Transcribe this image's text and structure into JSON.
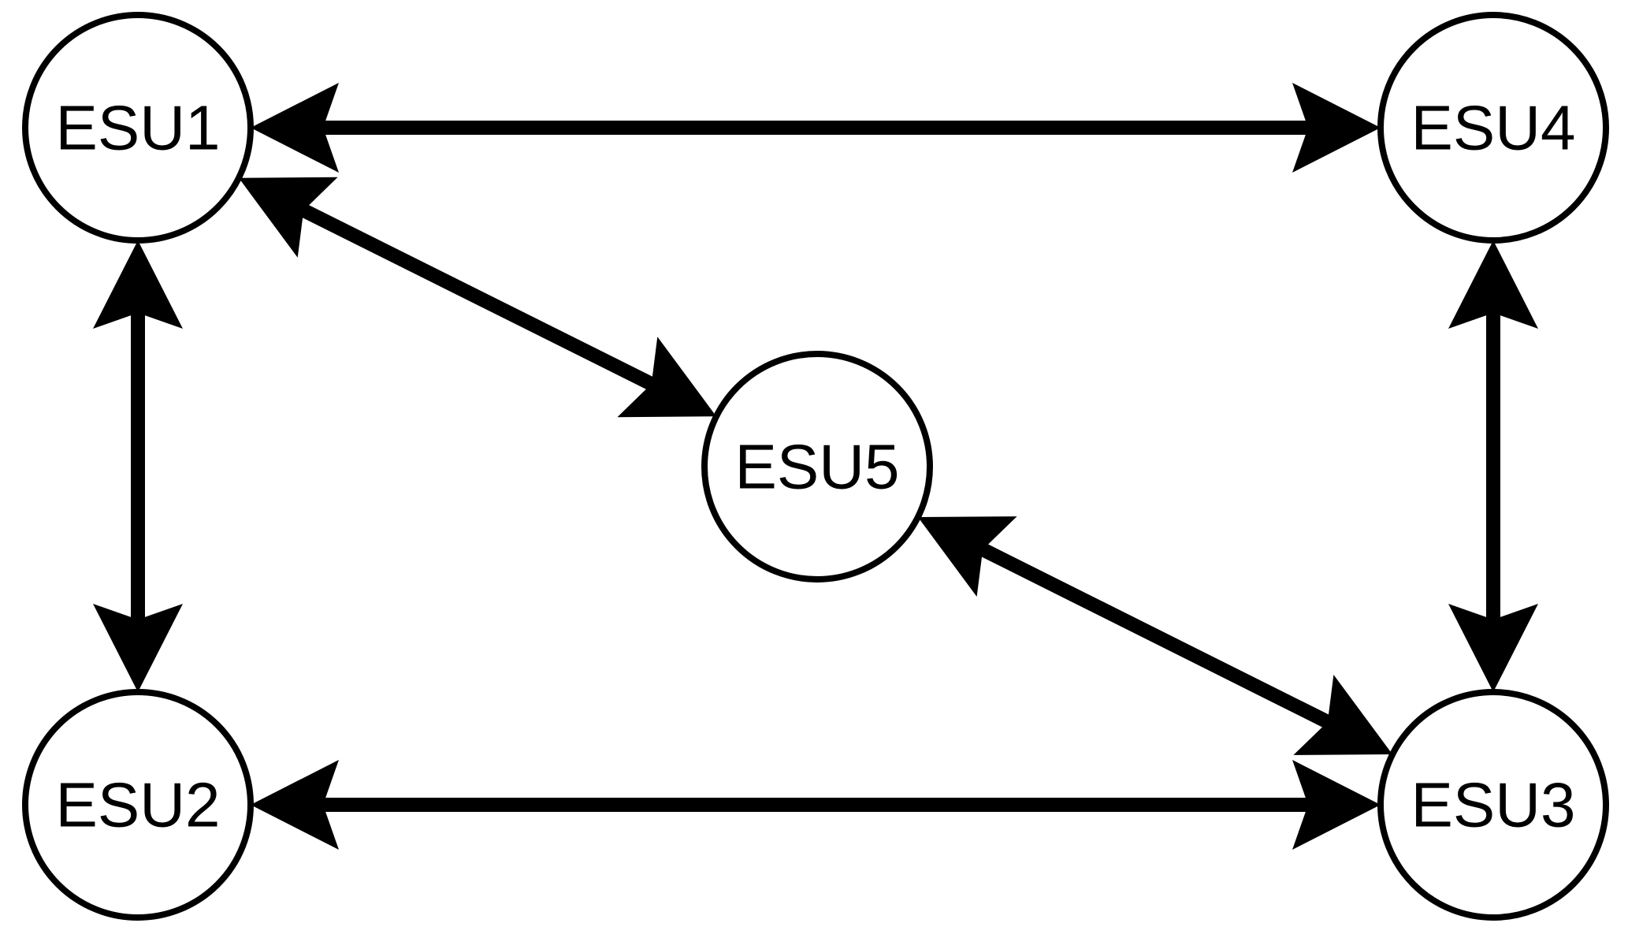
{
  "diagram": {
    "nodes": [
      {
        "id": "ESU1",
        "label": "ESU1"
      },
      {
        "id": "ESU2",
        "label": "ESU2"
      },
      {
        "id": "ESU3",
        "label": "ESU3"
      },
      {
        "id": "ESU4",
        "label": "ESU4"
      },
      {
        "id": "ESU5",
        "label": "ESU5"
      }
    ],
    "edges": [
      {
        "from": "ESU1",
        "to": "ESU4",
        "direction": "both"
      },
      {
        "from": "ESU1",
        "to": "ESU2",
        "direction": "both"
      },
      {
        "from": "ESU1",
        "to": "ESU5",
        "direction": "both"
      },
      {
        "from": "ESU4",
        "to": "ESU3",
        "direction": "both"
      },
      {
        "from": "ESU2",
        "to": "ESU3",
        "direction": "both"
      },
      {
        "from": "ESU5",
        "to": "ESU3",
        "direction": "both"
      }
    ],
    "colors": {
      "stroke": "#000000",
      "fill": "#ffffff"
    }
  }
}
